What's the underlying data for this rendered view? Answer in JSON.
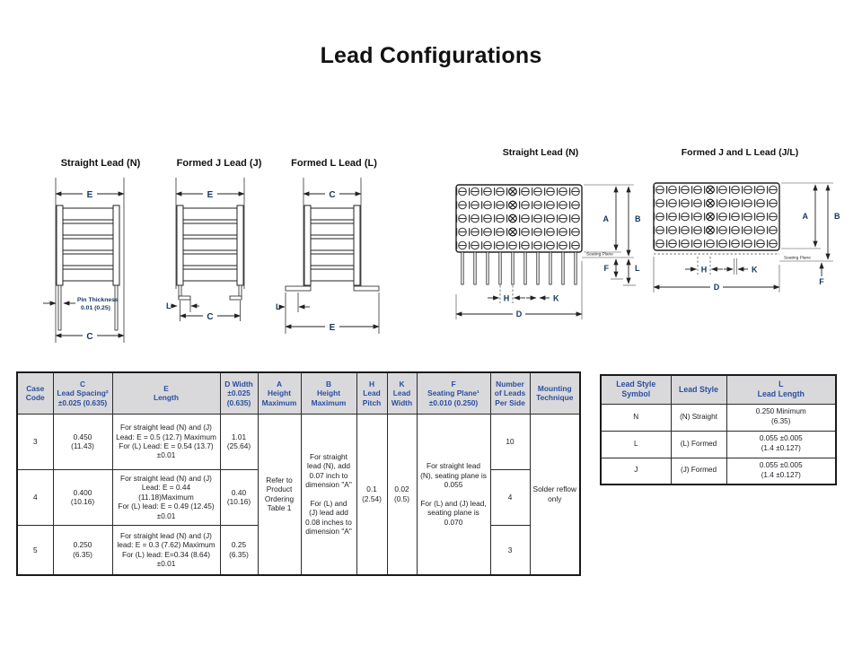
{
  "page": {
    "title": "Lead Configurations"
  },
  "colors": {
    "header_text": "#2b4f9e",
    "header_bg": "#d9d9dc",
    "dim_label": "#17365d",
    "line": "#222222"
  },
  "diagrams": {
    "stack_n": {
      "title": "Straight Lead (N)",
      "top_dim": "E",
      "bottom_dim": "C",
      "pin_note_line1": "Pin Thickness",
      "pin_note_line2": "0.01 (0.25)"
    },
    "stack_j": {
      "title": "Formed J Lead (J)",
      "top_dim": "E",
      "l_dim": "L",
      "bottom_dim": "C"
    },
    "stack_l": {
      "title": "Formed L Lead (L)",
      "top_dim": "C",
      "l_dim": "L",
      "bottom_dim": "E"
    },
    "grid_n": {
      "title": "Straight Lead (N)",
      "dim_a": "A",
      "dim_b": "B",
      "dim_f": "F",
      "dim_l": "L",
      "dim_h": "H",
      "dim_k": "K",
      "dim_d": "D",
      "seating_plane": "Seating Plane"
    },
    "grid_jl": {
      "title": "Formed J and L Lead (J/L)",
      "dim_a": "A",
      "dim_b": "B",
      "dim_f": "F",
      "dim_h": "H",
      "dim_k": "K",
      "dim_d": "D",
      "seating_plane": "Seating Plane"
    }
  },
  "main_table": {
    "headers": [
      "Case\nCode",
      "C\nLead Spacing²\n±0.025 (0.635)",
      "E\nLength",
      "D Width\n±0.025\n(0.635)",
      "A\nHeight\nMaximum",
      "B\nHeight\nMaximum",
      "H\nLead\nPitch",
      "K\nLead\nWidth",
      "F\nSeating Plane¹\n±0.010 (0.250)",
      "Number\nof Leads\nPer Side",
      "Mounting\nTechnique"
    ],
    "rows": [
      {
        "case_code": "3",
        "lead_spacing": "0.450\n(11.43)",
        "length": "For straight lead (N) and (J)\nLead: E = 0.5 (12.7) Maximum\nFor (L) Lead: E = 0.54 (13.7)\n±0.01",
        "d_width": "1.01\n(25.64)",
        "leads_per_side": "10"
      },
      {
        "case_code": "4",
        "lead_spacing": "0.400\n(10.16)",
        "length": "For straight lead (N) and (J)\nLead: E = 0.44 (11.18)Maximum\nFor (L) lead: E = 0.49 (12.45)\n±0.01",
        "d_width": "0.40\n(10.16)",
        "leads_per_side": "4"
      },
      {
        "case_code": "5",
        "lead_spacing": "0.250\n(6.35)",
        "length": "For straight lead (N) and (J)\nlead: E = 0.3 (7.62) Maximum\nFor (L) lead: E=0.34 (8.64) ±0.01",
        "d_width": "0.25\n(6.35)",
        "leads_per_side": "3"
      }
    ],
    "merged": {
      "height_a": "Refer to\nProduct\nOrdering\nTable 1",
      "height_b": "For straight\nlead (N), add\n0.07 inch to\ndimension \"A\"\n\nFor (L) and\n(J) lead add\n0.08 inches to\ndimension \"A\"",
      "lead_pitch": "0.1\n(2.54)",
      "lead_width": "0.02\n(0.5)",
      "seating_plane": "For straight lead\n(N), seating plane is\n0.055\n\nFor (L) and (J) lead,\nseating plane is\n0.070",
      "mounting": "Solder reflow\nonly"
    }
  },
  "style_table": {
    "headers": [
      "Lead Style\nSymbol",
      "Lead Style",
      "L\nLead Length"
    ],
    "rows": [
      {
        "symbol": "N",
        "style": "(N) Straight",
        "length": "0.250 Minimum\n(6.35)"
      },
      {
        "symbol": "L",
        "style": "(L) Formed",
        "length": "0.055 ±0.005\n(1.4 ±0.127)"
      },
      {
        "symbol": "J",
        "style": "(J) Formed",
        "length": "0.055 ±0.005\n(1.4 ±0.127)"
      }
    ]
  }
}
